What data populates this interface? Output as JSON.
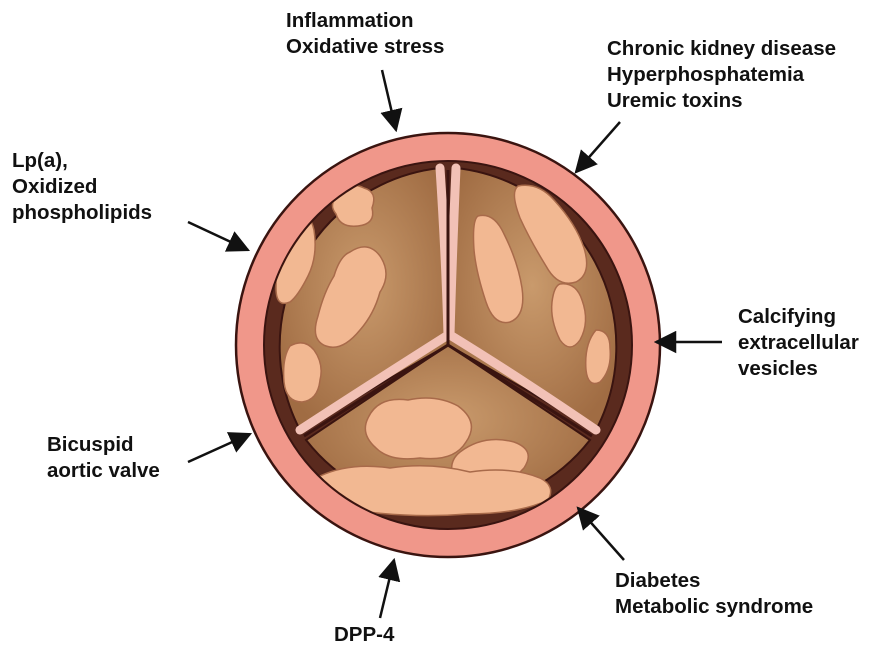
{
  "labels": {
    "inflammation": [
      "Inflammation",
      "Oxidative stress"
    ],
    "ckd": [
      "Chronic kidney disease",
      "Hyperphosphatemia",
      "Uremic toxins"
    ],
    "lpa": [
      "Lp(a),",
      "Oxidized",
      "phospholipids"
    ],
    "vesicles": [
      "Calcifying",
      "extracellular",
      "vesicles"
    ],
    "bicuspid": [
      "Bicuspid",
      "aortic valve"
    ],
    "diabetes": [
      "Diabetes",
      "Metabolic syndrome"
    ],
    "dpp4": [
      "DPP-4"
    ]
  },
  "colors": {
    "wall": "#f0978a",
    "wall_dark": "#3a1410",
    "leaflet": "#a9784e",
    "leaflet_light": "#c89a6f",
    "nodule": "#f2b892",
    "commissure": "#f2c1b6",
    "text": "#111111"
  }
}
